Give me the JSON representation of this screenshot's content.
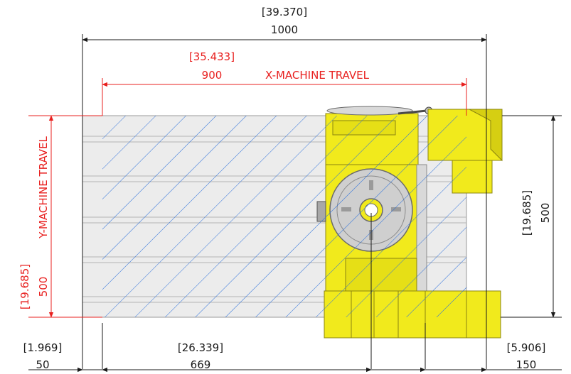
{
  "dimensions": {
    "overall_width": {
      "inch": "[39.370]",
      "mm": "1000"
    },
    "x_travel": {
      "inch": "[35.433]",
      "mm": "900",
      "label": "X-MACHINE TRAVEL"
    },
    "y_travel": {
      "inch": "[19.685]",
      "mm": "500",
      "label": "Y-MACHINE TRAVEL"
    },
    "table_depth": {
      "inch": "[19.685]",
      "mm": "500"
    },
    "left_offset": {
      "inch": "[1.969]",
      "mm": "50"
    },
    "rotary_center": {
      "inch": "[26.339]",
      "mm": "669"
    },
    "right_overhang": {
      "inch": "[5.906]",
      "mm": "150"
    }
  },
  "colors": {
    "travel_dimension": "#e8201f",
    "dimension": "#1a1a1a",
    "hatch": "#2a6fdb",
    "rotary_body": "#f1ea1c",
    "table": "#e9e9e9"
  }
}
